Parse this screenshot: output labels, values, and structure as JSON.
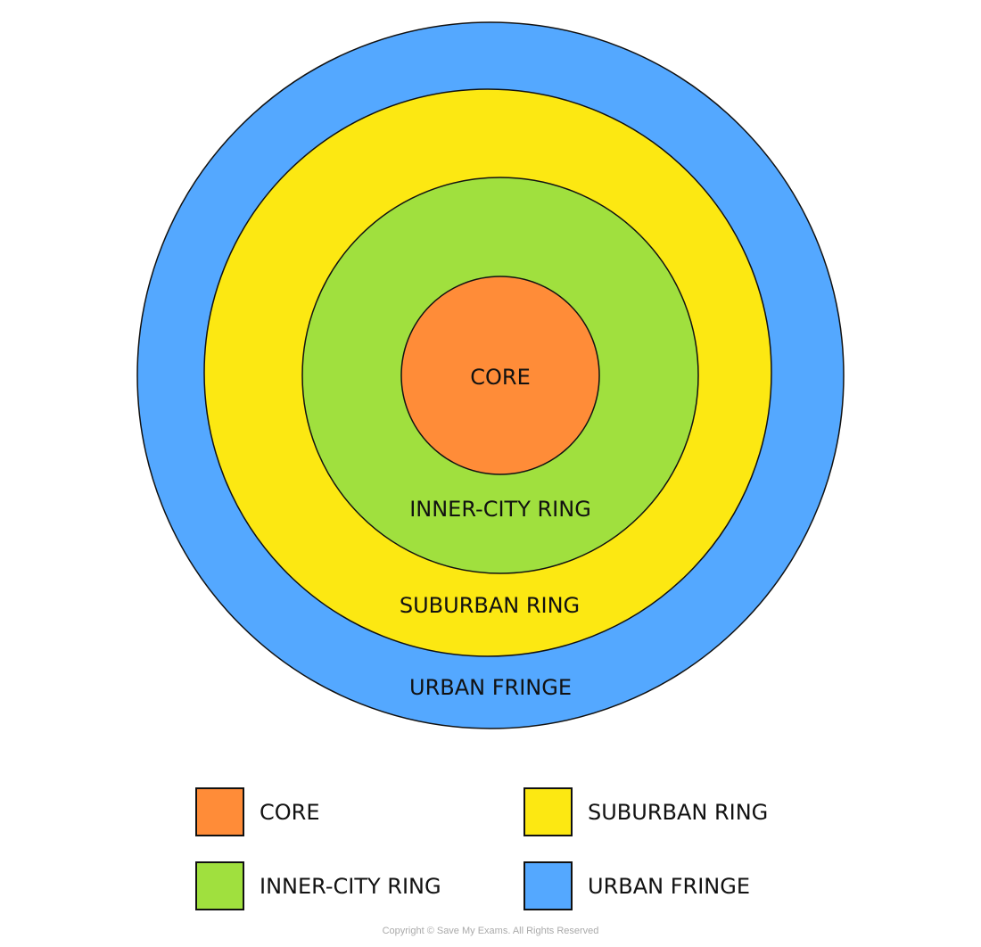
{
  "rings": [
    {
      "key": "urban_fringe",
      "label": "URBAN FRINGE",
      "color": "#54A8FF"
    },
    {
      "key": "suburban",
      "label": "SUBURBAN RING",
      "color": "#FCE812"
    },
    {
      "key": "inner_city",
      "label": "INNER-CITY RING",
      "color": "#A0E03E"
    },
    {
      "key": "core",
      "label": "CORE",
      "color": "#FF8C38"
    }
  ],
  "legend": [
    {
      "label": "CORE",
      "color": "#FF8C38"
    },
    {
      "label": "SUBURBAN RING",
      "color": "#FCE812"
    },
    {
      "label": "INNER-CITY RING",
      "color": "#A0E03E"
    },
    {
      "label": "URBAN FRINGE",
      "color": "#54A8FF"
    }
  ],
  "copyright": "Copyright © Save My Exams. All Rights Reserved"
}
